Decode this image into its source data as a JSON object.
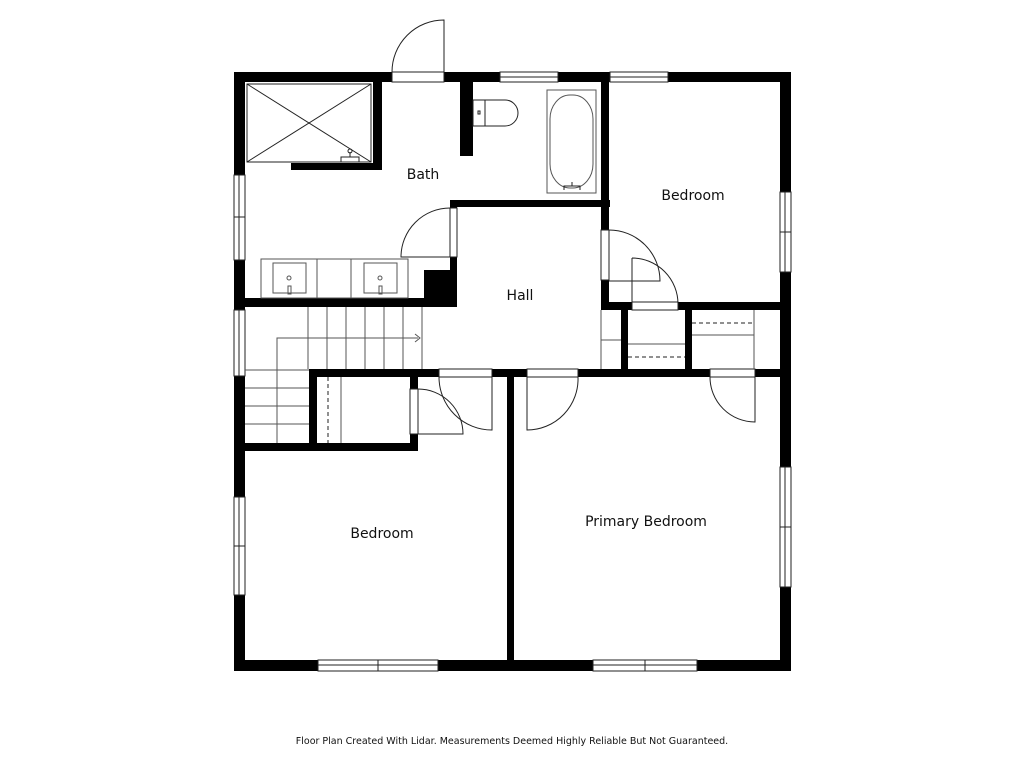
{
  "floor_plan": {
    "rooms": [
      {
        "id": "bath",
        "label": "Bath"
      },
      {
        "id": "hall",
        "label": "Hall"
      },
      {
        "id": "bedroom-ne",
        "label": "Bedroom"
      },
      {
        "id": "bedroom-sw",
        "label": "Bedroom"
      },
      {
        "id": "primary-bedroom",
        "label": "Primary Bedroom"
      }
    ],
    "fixtures": [
      "shower",
      "toilet",
      "bathtub",
      "double-vanity-sinks",
      "stairs",
      "closets"
    ],
    "colors": {
      "wall": "#000000",
      "background": "#ffffff",
      "line": "#222222"
    }
  },
  "footer": {
    "disclaimer": "Floor Plan Created With Lidar. Measurements Deemed Highly Reliable But Not Guaranteed."
  }
}
